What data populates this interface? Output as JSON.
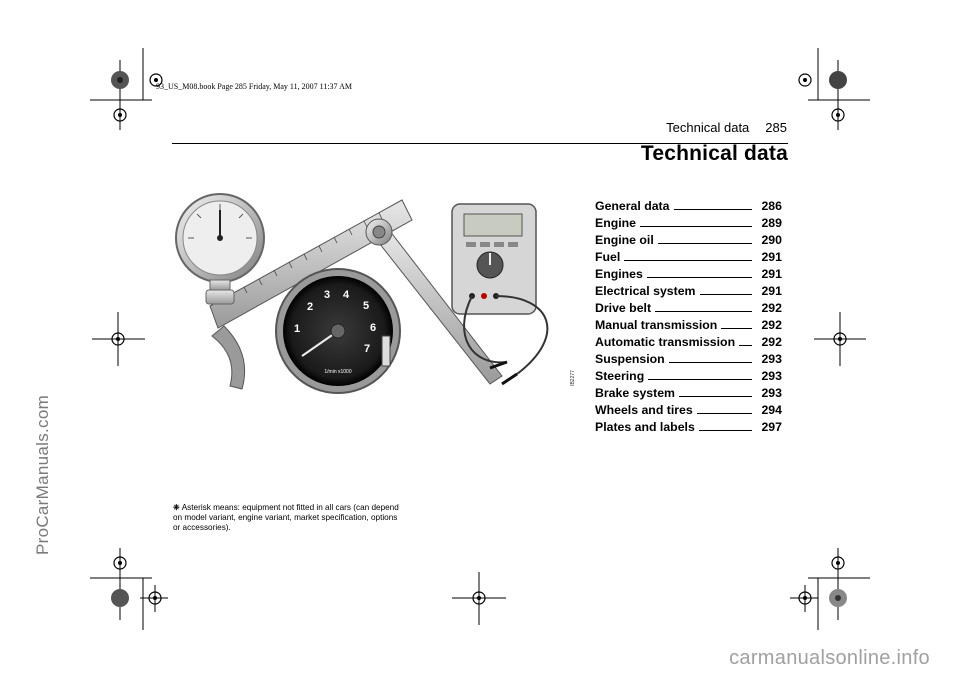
{
  "book_stamp": "93_US_M08.book  Page 285  Friday, May 11, 2007  11:37 AM",
  "running_head": {
    "section": "Technical data",
    "page": "285"
  },
  "title": "Technical data",
  "toc": [
    {
      "name": "General data",
      "page": "286"
    },
    {
      "name": "Engine",
      "page": "289"
    },
    {
      "name": "Engine oil",
      "page": "290"
    },
    {
      "name": "Fuel",
      "page": "291"
    },
    {
      "name": "Engines",
      "page": "291"
    },
    {
      "name": "Electrical system",
      "page": "291"
    },
    {
      "name": "Drive belt",
      "page": "292"
    },
    {
      "name": "Manual transmission",
      "page": "292"
    },
    {
      "name": "Automatic transmission",
      "page": "292"
    },
    {
      "name": "Suspension",
      "page": "293"
    },
    {
      "name": "Steering",
      "page": "293"
    },
    {
      "name": "Brake system",
      "page": "293"
    },
    {
      "name": "Wheels and tires",
      "page": "294"
    },
    {
      "name": "Plates and labels",
      "page": "297"
    }
  ],
  "footnote": {
    "symbol": "❈",
    "text": "Asterisk means: equipment not fitted in all cars (can depend on model variant, engine variant, market specification, options or accessories)."
  },
  "illustration": {
    "tachometer_numbers": [
      "1",
      "2",
      "3",
      "4",
      "5",
      "6",
      "7"
    ],
    "tachometer_unit": "1/min x1000",
    "figure_code": "IB2277"
  },
  "watermarks": {
    "side": "ProCarManuals.com",
    "bottom": "carmanualsonline.info"
  }
}
